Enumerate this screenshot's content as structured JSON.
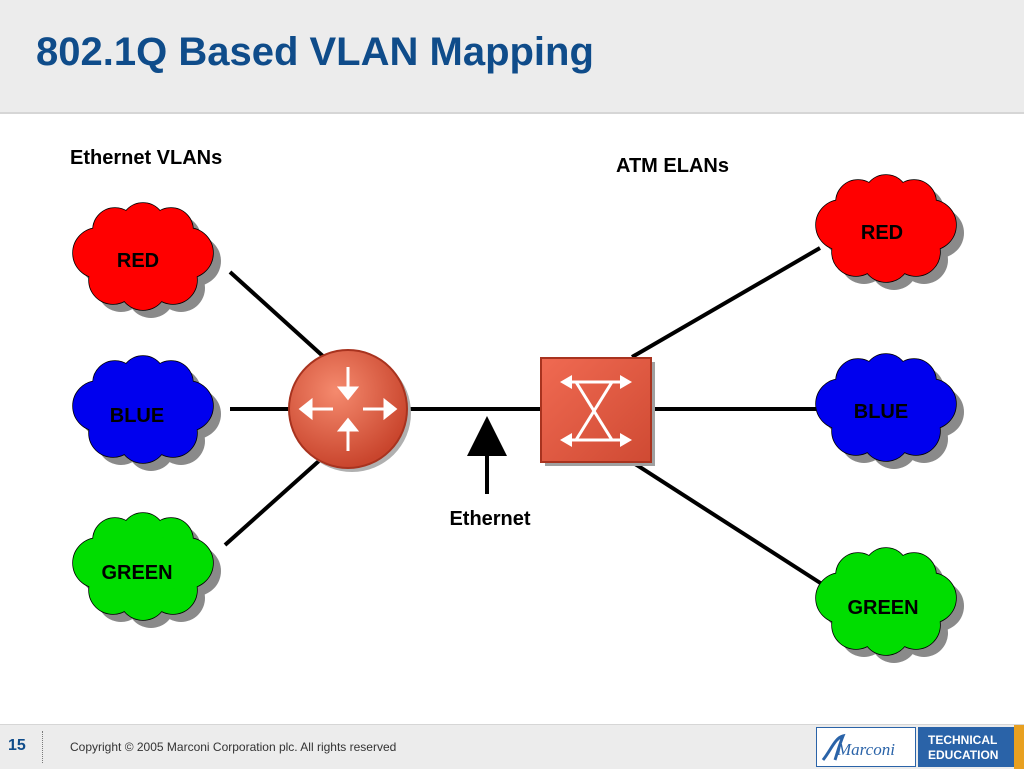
{
  "header": {
    "title": "802.1Q Based VLAN Mapping"
  },
  "diagram": {
    "left_heading": "Ethernet VLANs",
    "right_heading": "ATM ELANs",
    "ethernet_label": "Ethernet",
    "ethernet_vlans": [
      {
        "label": "RED",
        "color": "#ff0000"
      },
      {
        "label": "BLUE",
        "color": "#0000ee"
      },
      {
        "label": "GREEN",
        "color": "#00dd00"
      }
    ],
    "atm_elans": [
      {
        "label": "RED",
        "color": "#ff0000"
      },
      {
        "label": "BLUE",
        "color": "#0000ee"
      },
      {
        "label": "GREEN",
        "color": "#00dd00"
      }
    ],
    "router": {
      "icon": "router-icon",
      "color": "#e8553a"
    },
    "switch": {
      "icon": "atm-switch-icon",
      "color": "#e8553a"
    }
  },
  "footer": {
    "page_number": "15",
    "copyright": "Copyright © 2005 Marconi Corporation plc. All rights reserved",
    "brand": "Marconi",
    "badge_line1": "TECHNICAL",
    "badge_line2": "EDUCATION",
    "brand_color": "#2a63a8",
    "accent_color": "#e8a020"
  }
}
